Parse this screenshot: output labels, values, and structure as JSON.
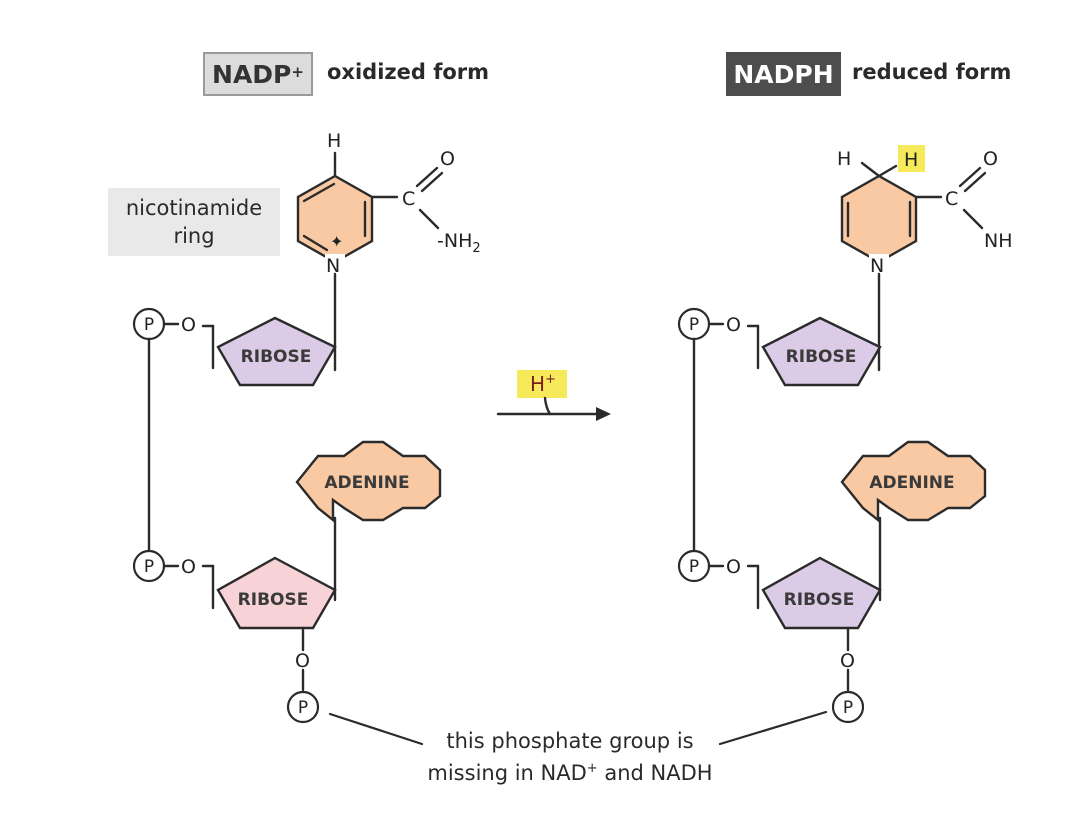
{
  "header": {
    "left_badge_main": "NADP",
    "left_badge_sup": "+",
    "left_caption": "oxidized form",
    "right_badge": "NADPH",
    "right_caption": "reduced form"
  },
  "label_box": {
    "line1": "nicotinamide",
    "line2": "ring"
  },
  "reaction": {
    "main": "H",
    "sup": "+"
  },
  "atoms": {
    "h": "H",
    "n": "N",
    "c": "C",
    "o": "O",
    "p": "P",
    "nh2_prefix": "-NH",
    "nh2_sub": "2",
    "nh": "NH",
    "added_h": "H"
  },
  "shapes": {
    "ribose": "RIBOSE",
    "adenine": "ADENINE"
  },
  "footnote": {
    "line1": "this phosphate group is",
    "line2_a": "missing in NAD",
    "line2_sup": "+",
    "line2_b": " and NADH"
  },
  "colors": {
    "nicotinamide": "#f9c9a4",
    "ribose_top": "#dccbe6",
    "ribose_bottom_left": "#f7d3d8",
    "ribose_bottom_right": "#dccbe6",
    "adenine": "#f9c9a4",
    "highlight": "#f6ea5a",
    "label_box": "#e9e9e9",
    "dark_badge": "#4d4d4d"
  }
}
